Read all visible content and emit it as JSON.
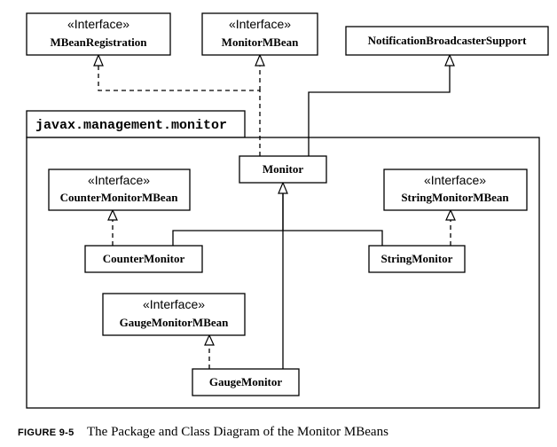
{
  "diagram": {
    "package": "javax.management.monitor",
    "classes": {
      "mbean_registration": {
        "stereotype": "«Interface»",
        "name": "MBeanRegistration"
      },
      "monitor_mbean": {
        "stereotype": "«Interface»",
        "name": "MonitorMBean"
      },
      "notification_broadcaster_support": {
        "name": "NotificationBroadcasterSupport"
      },
      "monitor": {
        "name": "Monitor"
      },
      "counter_monitor_mbean": {
        "stereotype": "«Interface»",
        "name": "CounterMonitorMBean"
      },
      "string_monitor_mbean": {
        "stereotype": "«Interface»",
        "name": "StringMonitorMBean"
      },
      "counter_monitor": {
        "name": "CounterMonitor"
      },
      "string_monitor": {
        "name": "StringMonitor"
      },
      "gauge_monitor_mbean": {
        "stereotype": "«Interface»",
        "name": "GaugeMonitorMBean"
      },
      "gauge_monitor": {
        "name": "GaugeMonitor"
      }
    }
  },
  "caption": {
    "label": "FIGURE 9-5",
    "text": "The Package and Class Diagram of the Monitor MBeans"
  }
}
